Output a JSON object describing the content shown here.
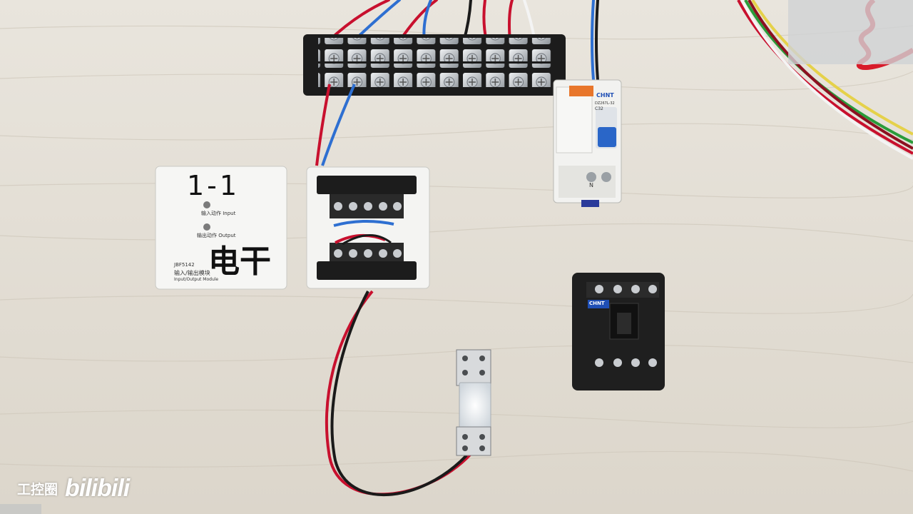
{
  "module": {
    "hand_number": "1-1",
    "hand_text": "电干",
    "led_input_label": "输入动作 Input",
    "led_output_label": "输出动作 Output",
    "model": "JBF5142",
    "name_cn": "输入/输出模块",
    "name_en": "Input/Output Module"
  },
  "breaker": {
    "brand": "CHNT",
    "model": "DZ267L-32",
    "rating": "C32",
    "terminal_n": "N"
  },
  "contactor": {
    "brand": "CHNT"
  },
  "watermark": {
    "channel": "工控圈",
    "platform": "bilibili"
  },
  "colors": {
    "table": "#e6e1d8",
    "wire_red": "#c8102e",
    "wire_blue": "#2e6fd1",
    "wire_black": "#1a1a1a",
    "breaker_handle": "#2a66c8",
    "breaker_label": "#e8762b"
  }
}
